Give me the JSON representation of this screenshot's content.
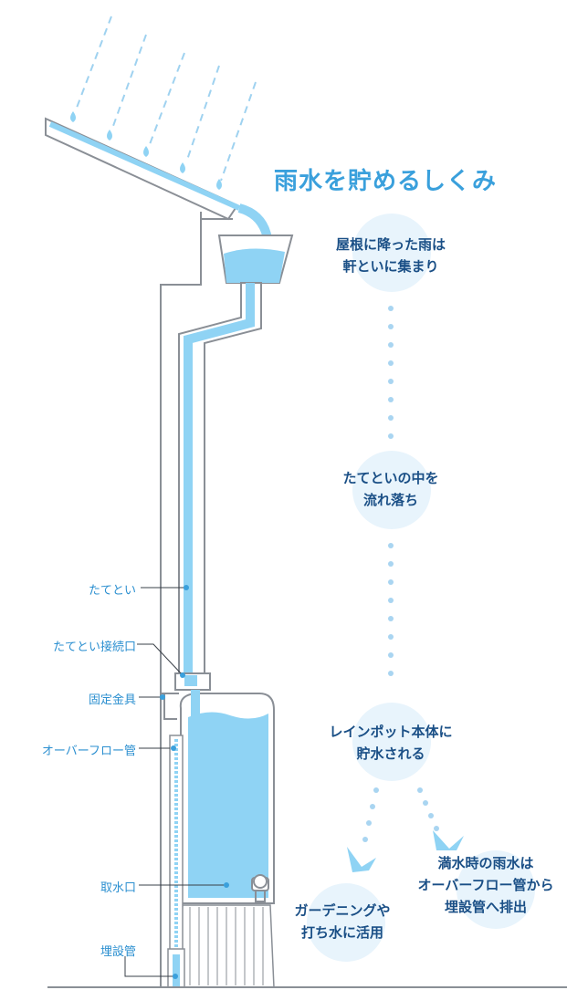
{
  "title": "雨水を貯めるしくみ",
  "steps": [
    {
      "line1": "屋根に降った雨は",
      "line2": "軒といに集まり"
    },
    {
      "line1": "たてといの中を",
      "line2": "流れ落ち"
    },
    {
      "line1": "レインポット本体に",
      "line2": "貯水される"
    },
    {
      "line1": "ガーデニングや",
      "line2": "打ち水に活用"
    },
    {
      "line1": "満水時の雨水は",
      "line2": "オーバーフロー管から",
      "line3": "埋設管へ排出"
    }
  ],
  "labels": {
    "downspout": "たてとい",
    "downspout_joint": "たてとい接続口",
    "bracket": "固定金具",
    "overflow_pipe": "オーバーフロー管",
    "faucet": "取水口",
    "buried_pipe": "埋設管"
  },
  "colors": {
    "accent": "#3aa0dc",
    "water": "#8fd3f4",
    "step_circle": "#e8f4fc",
    "step_text": "#1a4f86",
    "outline": "#8a8f96",
    "dots": "#a9d5f1"
  }
}
